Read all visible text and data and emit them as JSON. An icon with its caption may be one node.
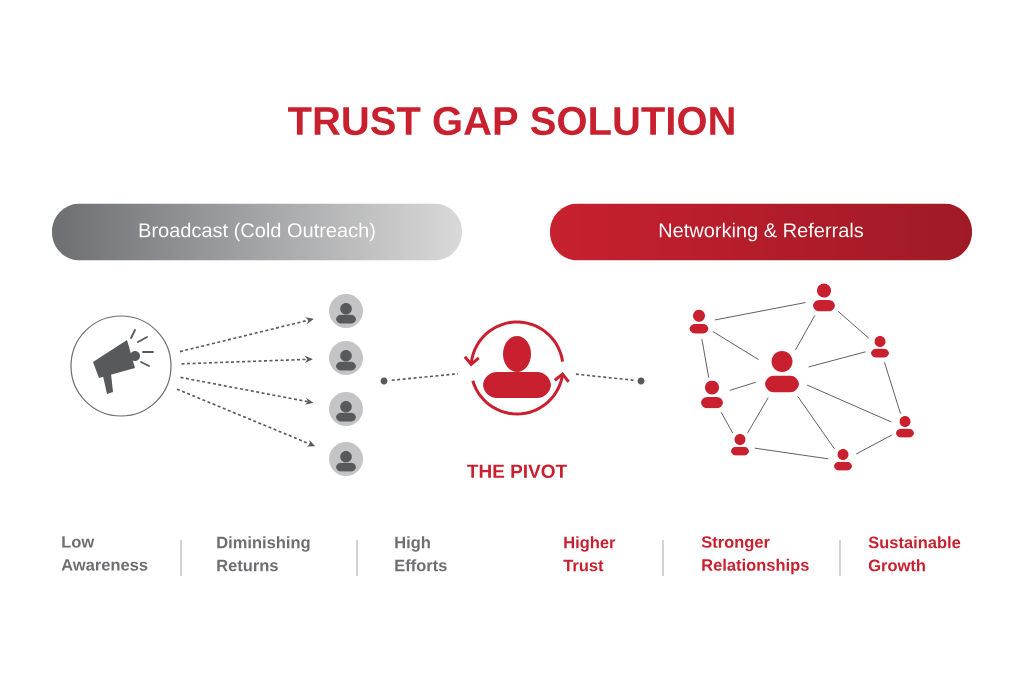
{
  "diagram": {
    "title": "TRUST GAP SOLUTION",
    "nodes": [
      {
        "text": [
          "Broadcast (Cold Outreach)"
        ]
      },
      {
        "text": [
          "Networking & Referrals"
        ]
      },
      {
        "text": [],
        "shape": "circle"
      },
      {
        "text": [],
        "shape": "person"
      },
      {
        "text": [],
        "shape": "person"
      },
      {
        "text": [],
        "shape": "person"
      },
      {
        "text": [],
        "shape": "person"
      },
      {
        "text": [
          "THE PIVOT"
        ]
      },
      {
        "text": [],
        "shape": "person"
      },
      {
        "text": [],
        "shape": "person"
      },
      {
        "text": [],
        "shape": "person"
      },
      {
        "text": [],
        "shape": "person"
      },
      {
        "text": [],
        "shape": "person"
      },
      {
        "text": [],
        "shape": "person"
      },
      {
        "text": [],
        "shape": "person"
      },
      {
        "text": [],
        "shape": "person"
      },
      {
        "text": [],
        "shape": "circle"
      },
      {
        "text": [],
        "shape": "circle"
      }
    ],
    "edges": [
      {
        "from": 2,
        "to": 3,
        "arrow": "to",
        "style": "dashed"
      },
      {
        "from": 2,
        "to": 4,
        "arrow": "to",
        "style": "dashed"
      },
      {
        "from": 2,
        "to": 5,
        "arrow": "to",
        "style": "dashed"
      },
      {
        "from": 2,
        "to": 6,
        "arrow": "to",
        "style": "dashed"
      },
      {
        "from": 16,
        "to": 7,
        "arrow": "none",
        "style": "dashed"
      },
      {
        "from": 7,
        "to": 17,
        "arrow": "none",
        "style": "dashed"
      },
      {
        "from": 8,
        "to": 9,
        "arrow": "none"
      },
      {
        "from": 8,
        "to": 12,
        "arrow": "none"
      },
      {
        "from": 8,
        "to": 11,
        "arrow": "none"
      },
      {
        "from": 9,
        "to": 12,
        "arrow": "none"
      },
      {
        "from": 9,
        "to": 10,
        "arrow": "none"
      },
      {
        "from": 10,
        "to": 12,
        "arrow": "none"
      },
      {
        "from": 10,
        "to": 15,
        "arrow": "none"
      },
      {
        "from": 11,
        "to": 12,
        "arrow": "none"
      },
      {
        "from": 11,
        "to": 13,
        "arrow": "none"
      },
      {
        "from": 12,
        "to": 13,
        "arrow": "none"
      },
      {
        "from": 12,
        "to": 14,
        "arrow": "none"
      },
      {
        "from": 12,
        "to": 15,
        "arrow": "none"
      },
      {
        "from": 13,
        "to": 14,
        "arrow": "none"
      },
      {
        "from": 14,
        "to": 15,
        "arrow": "none"
      }
    ],
    "labels": [
      "Low Awareness",
      "Diminishing Returns",
      "High Efforts",
      "Higher Trust",
      "Stronger Relationships",
      "Sustainable Growth"
    ]
  }
}
